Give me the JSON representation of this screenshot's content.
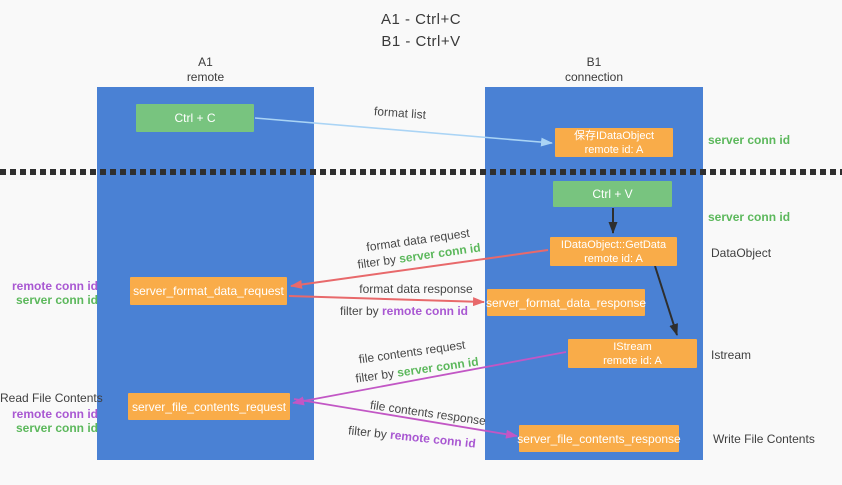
{
  "title": {
    "line1": "A1 - Ctrl+C",
    "line2": "B1 - Ctrl+V"
  },
  "columns": {
    "left": {
      "name": "A1",
      "role": "remote"
    },
    "right": {
      "name": "B1",
      "role": "connection"
    }
  },
  "boxes": {
    "ctrl_c": {
      "label": "Ctrl + C"
    },
    "save_dataobject": {
      "line1": "保存IDataObject",
      "line2": "remote id: A"
    },
    "ctrl_v": {
      "label": "Ctrl + V"
    },
    "getdata": {
      "line1": "IDataObject::GetData",
      "line2": "remote id: A"
    },
    "server_format_data_request": {
      "label": "server_format_data_request"
    },
    "server_format_data_response": {
      "label": "server_format_data_response"
    },
    "istream": {
      "line1": "IStream",
      "line2": "remote id: A"
    },
    "server_file_contents_request": {
      "label": "server_file_contents_request"
    },
    "server_file_contents_response": {
      "label": "server_file_contents_response"
    }
  },
  "right_labels": {
    "server_conn_id_top": "server conn id",
    "server_conn_id_mid": "server conn id",
    "dataobject": "DataObject",
    "istream": "Istream",
    "write_file_contents": "Write File Contents"
  },
  "left_labels": {
    "group1": {
      "remote_conn_id": "remote conn id",
      "server_conn_id": "server conn id"
    },
    "read_file_contents": "Read File Contents",
    "group2": {
      "remote_conn_id": "remote conn id",
      "server_conn_id": "server conn id"
    }
  },
  "flow_labels": {
    "format_list": "format list",
    "format_data_request": "format data request",
    "format_data_request_filter": {
      "prefix": "filter by ",
      "value": "server conn id"
    },
    "format_data_response": "format data response",
    "format_data_response_filter": {
      "prefix": "filter by ",
      "value": "remote conn id"
    },
    "file_contents_request": "file contents request",
    "file_contents_request_filter": {
      "prefix": "filter by ",
      "value": "server conn id"
    },
    "file_contents_response": "file contents response",
    "file_contents_response_filter": {
      "prefix": "filter by ",
      "value": "remote conn id"
    }
  },
  "colors": {
    "lane_blue": "#4a81d4",
    "box_green": "#78c47f",
    "box_orange": "#f9ac49",
    "arrow_red": "#e8696b",
    "arrow_magenta": "#c257c5",
    "arrow_light_blue": "#aad4f5",
    "arrow_black": "#2e2e2e",
    "label_green": "#5cb85c",
    "label_purple": "#a958d2"
  }
}
